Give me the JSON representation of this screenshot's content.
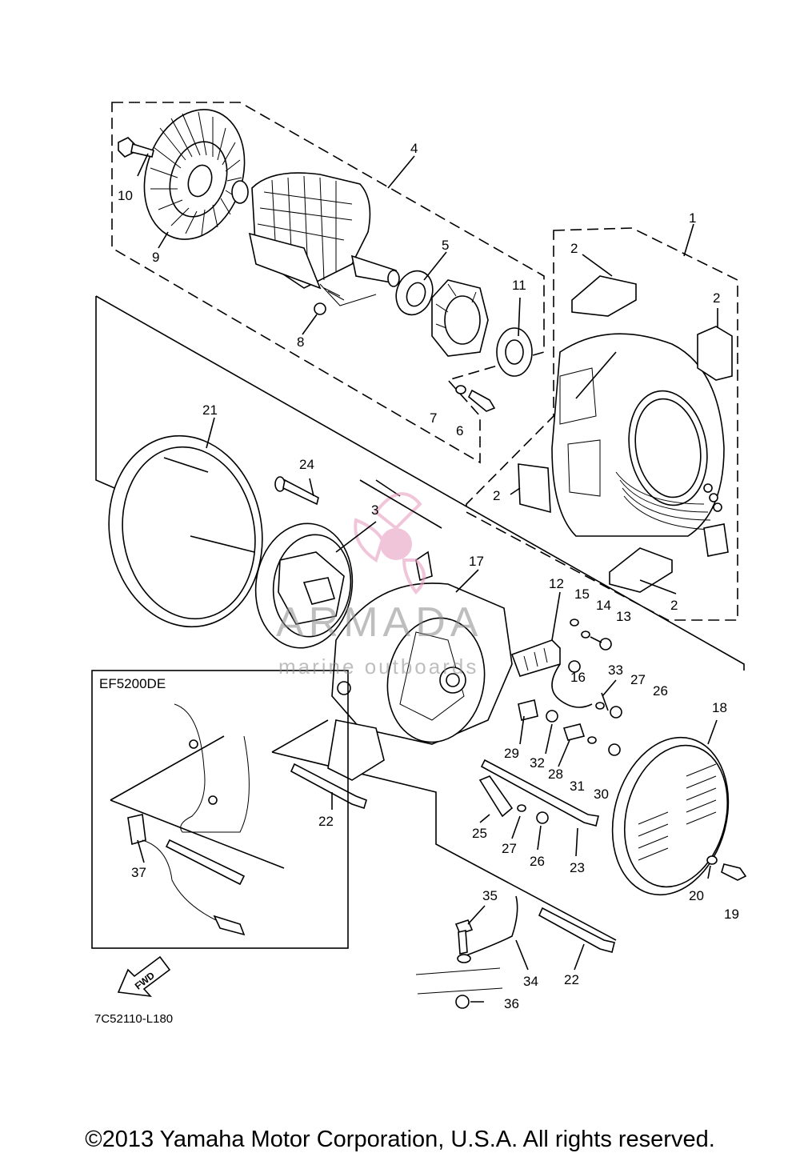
{
  "inset": {
    "title": "EF5200DE"
  },
  "reference_code": "7C52110-L180",
  "fwd_arrow": "FWD",
  "watermark": {
    "brand": "ARMADA",
    "tagline": "marine outboards",
    "color": "#e8a0c0"
  },
  "copyright": "©2013 Yamaha Motor Corporation, U.S.A. All rights reserved.",
  "callouts": {
    "c1": "1",
    "c2a": "2",
    "c2b": "2",
    "c2c": "2",
    "c2d": "2",
    "c3": "3",
    "c4": "4",
    "c5": "5",
    "c6": "6",
    "c7": "7",
    "c8": "8",
    "c9": "9",
    "c10": "10",
    "c11": "11",
    "c12": "12",
    "c13": "13",
    "c14": "14",
    "c15": "15",
    "c16": "16",
    "c17": "17",
    "c18": "18",
    "c19": "19",
    "c20": "20",
    "c21": "21",
    "c22a": "22",
    "c22b": "22",
    "c23": "23",
    "c24": "24",
    "c25": "25",
    "c26a": "26",
    "c26b": "26",
    "c27a": "27",
    "c27b": "27",
    "c28": "28",
    "c29": "29",
    "c30": "30",
    "c31": "31",
    "c32": "32",
    "c33": "33",
    "c34": "34",
    "c35": "35",
    "c36": "36",
    "c37": "37"
  }
}
